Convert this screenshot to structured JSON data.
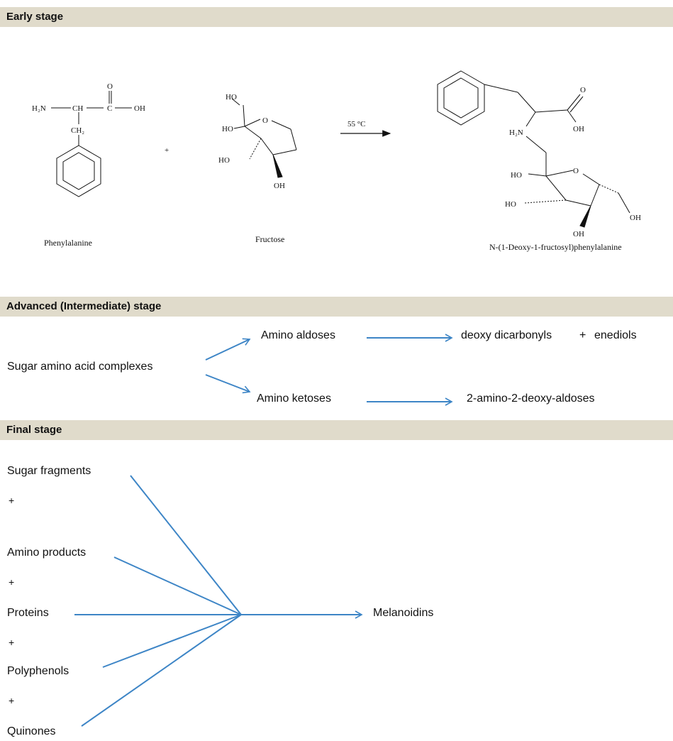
{
  "stages": {
    "early": {
      "title": "Early stage"
    },
    "advanced": {
      "title": "Advanced (Intermediate) stage"
    },
    "final": {
      "title": "Final stage"
    }
  },
  "early": {
    "reactant1": "Phenylalanine",
    "reactant2": "Fructose",
    "plus": "+",
    "condition": "55 °C",
    "product": "N-(1-Deoxy-1-fructosyl)phenylalanine",
    "atoms": {
      "h2n": "H₂N",
      "ch": "CH",
      "c": "C",
      "o": "O",
      "oh": "OH",
      "ch2": "CH₂",
      "ho": "HO"
    }
  },
  "advanced": {
    "source": "Sugar amino acid complexes",
    "upper": "Amino aldoses",
    "upper_product": "deoxy dicarbonyls",
    "upper_plus": "+",
    "upper_product2": "enediols",
    "lower": "Amino ketoses",
    "lower_product": "2-amino-2-deoxy-aldoses"
  },
  "final": {
    "inputs": [
      "Sugar fragments",
      "Amino products",
      "Proteins",
      "Polyphenols",
      "Quinones"
    ],
    "plus": "+",
    "product": "Melanoidins"
  },
  "colors": {
    "band": "#e0dbcb",
    "arrow": "#3d85c6",
    "bond": "#111111"
  }
}
